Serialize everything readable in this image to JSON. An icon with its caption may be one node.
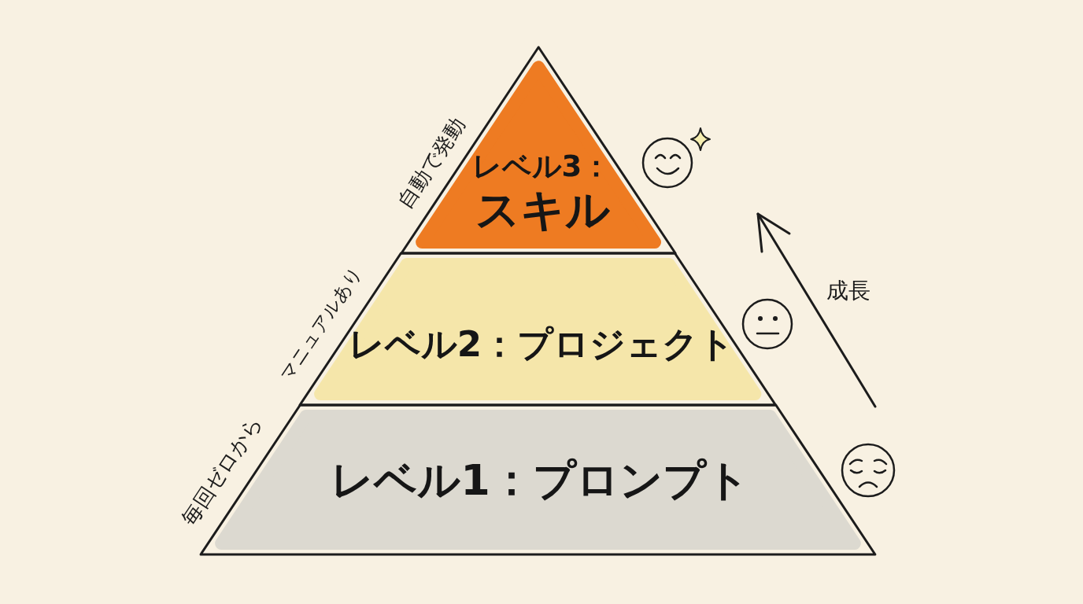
{
  "diagram": {
    "nodes": [
      {
        "text": [
          "レベル3：",
          "スキル"
        ],
        "beside": [
          "自動で発動"
        ]
      },
      {
        "text": [
          "レベル2：プロジェクト"
        ],
        "beside": [
          "マニュアルあり"
        ]
      },
      {
        "text": [
          "レベル1：プロンプト"
        ],
        "beside": [
          "毎回ゼロから"
        ]
      }
    ],
    "labels": [
      "成長"
    ]
  }
}
